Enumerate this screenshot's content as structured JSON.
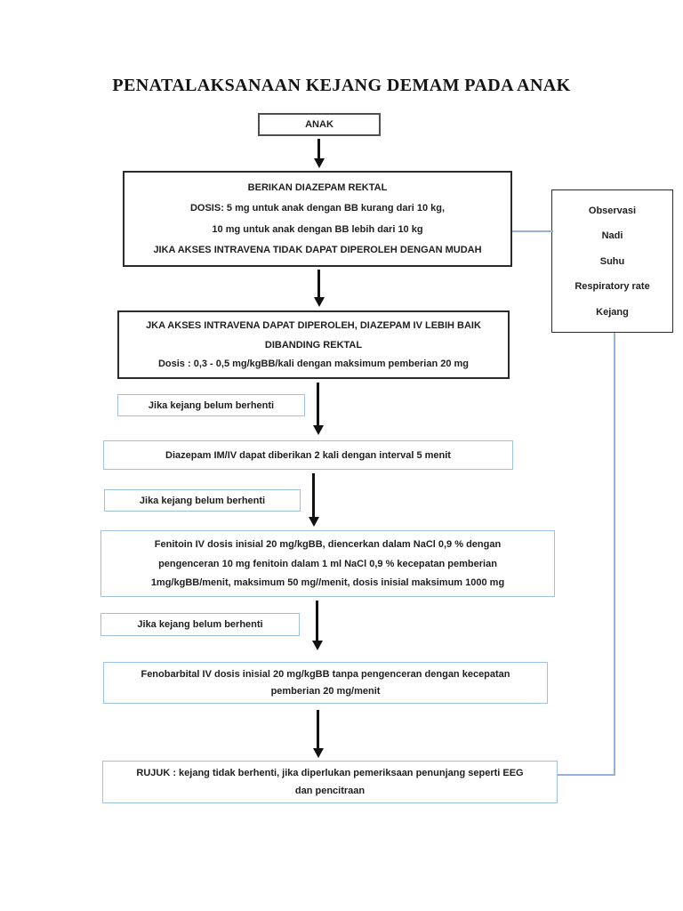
{
  "page": {
    "title": "PENATALAKSANAAN KEJANG DEMAM PADA ANAK"
  },
  "flow": {
    "anak": {
      "label": "ANAK"
    },
    "diazepam_rektal": {
      "lines": [
        "BERIKAN DIAZEPAM REKTAL",
        "DOSIS: 5 mg untuk anak dengan BB kurang dari 10 kg,",
        "10 mg untuk anak dengan BB lebih dari 10 kg",
        "JIKA AKSES INTRAVENA TIDAK DAPAT DIPEROLEH DENGAN MUDAH"
      ]
    },
    "observasi": {
      "lines": [
        "Observasi",
        "Nadi",
        "Suhu",
        "Respiratory rate",
        "Kejang"
      ]
    },
    "diazepam_iv": {
      "lines": [
        "JKA AKSES INTRAVENA DAPAT DIPEROLEH, DIAZEPAM IV LEBIH BAIK",
        "DIBANDING REKTAL",
        "Dosis : 0,3 - 0,5 mg/kgBB/kali dengan maksimum pemberian 20 mg"
      ]
    },
    "conditions": {
      "labels": [
        "Jika kejang belum berhenti",
        "Jika kejang belum berhenti",
        "Jika kejang belum berhenti"
      ]
    },
    "diazepam_interval": {
      "text": "Diazepam IM/IV dapat diberikan 2 kali dengan interval 5 menit"
    },
    "fenitoin": {
      "lines": [
        "Fenitoin IV dosis inisial 20 mg/kgBB, diencerkan dalam NaCl 0,9 % dengan",
        "pengenceran 10 mg fenitoin dalam 1 ml NaCl 0,9 % kecepatan pemberian",
        "1mg/kgBB/menit, maksimum 50 mg//menit, dosis inisial maksimum 1000 mg"
      ]
    },
    "fenobarbital": {
      "lines": [
        "Fenobarbital IV dosis inisial 20 mg/kgBB tanpa pengenceran dengan kecepatan",
        "pemberian 20 mg/menit"
      ]
    },
    "rujuk": {
      "lines": [
        "RUJUK : kejang tidak berhenti, jika diperlukan pemeriksaan penunjang seperti EEG",
        "dan pencitraan"
      ]
    }
  },
  "colors": {
    "box_border_black": "#2b2b2b",
    "box_border_blue": "#9cc3e5",
    "connector_blue": "#95b3d7",
    "arrow_black": "#111111",
    "background": "#ffffff"
  }
}
